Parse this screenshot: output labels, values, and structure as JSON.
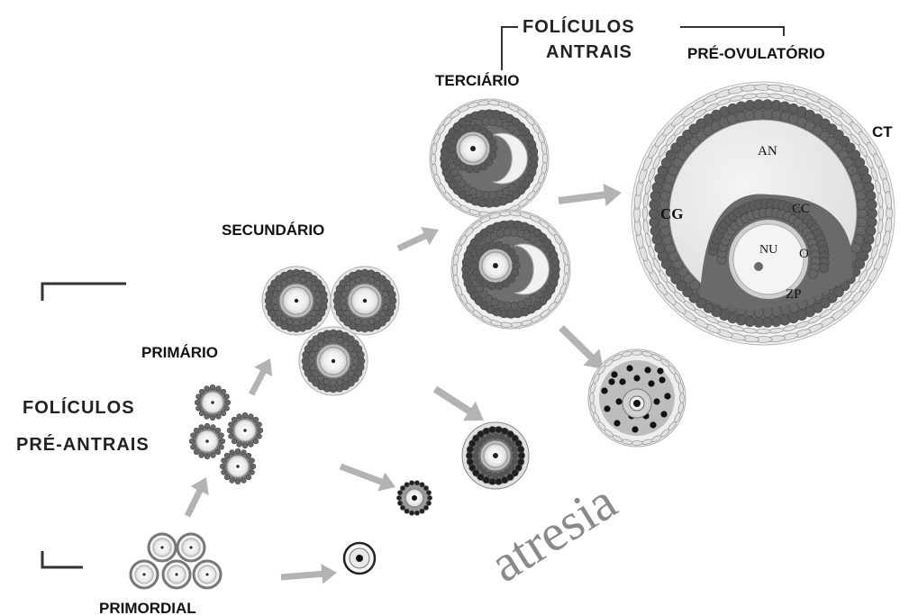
{
  "labels": {
    "primordial": "PRIMORDIAL",
    "primario": "PRIMÁRIO",
    "secundario": "SECUNDÁRIO",
    "terciario": "TERCIÁRIO",
    "pre_ovulatorio": "PRÉ-OVULATÓRIO",
    "foliculos_pre_antrais_line1": "FOLÍCULOS",
    "foliculos_pre_antrais_line2": "PRÉ-ANTRAIS",
    "foliculos_antrais_line1": "FOLÍCULOS",
    "foliculos_antrais_line2": "ANTRAIS",
    "atresia": "atresia"
  },
  "structure_labels": {
    "ct": "CT",
    "an": "AN",
    "cg": "CG",
    "cc": "CC",
    "nu": "NU",
    "o": "O",
    "zp": "ZP"
  },
  "colors": {
    "granulosa": "#6f6f6f",
    "granulosa_dark": "#555555",
    "oocyte": "#e9e9e9",
    "zona": "#bdbdbd",
    "theca": "#cfcfcf",
    "arrow": "#b3b3b3",
    "text": "#111111"
  }
}
